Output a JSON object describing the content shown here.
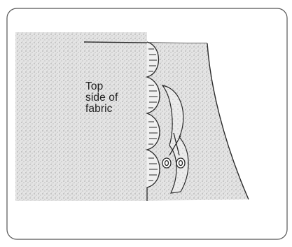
{
  "diagram": {
    "label_lines": [
      "Top",
      "side of",
      "fabric"
    ]
  },
  "colors": {
    "frame_stroke": "#555555",
    "line_stroke": "#2a2a2a",
    "fabric_fill": "#dcdcdc",
    "page_background": "#ffffff"
  },
  "icons": {
    "tool": "scissors-icon"
  }
}
